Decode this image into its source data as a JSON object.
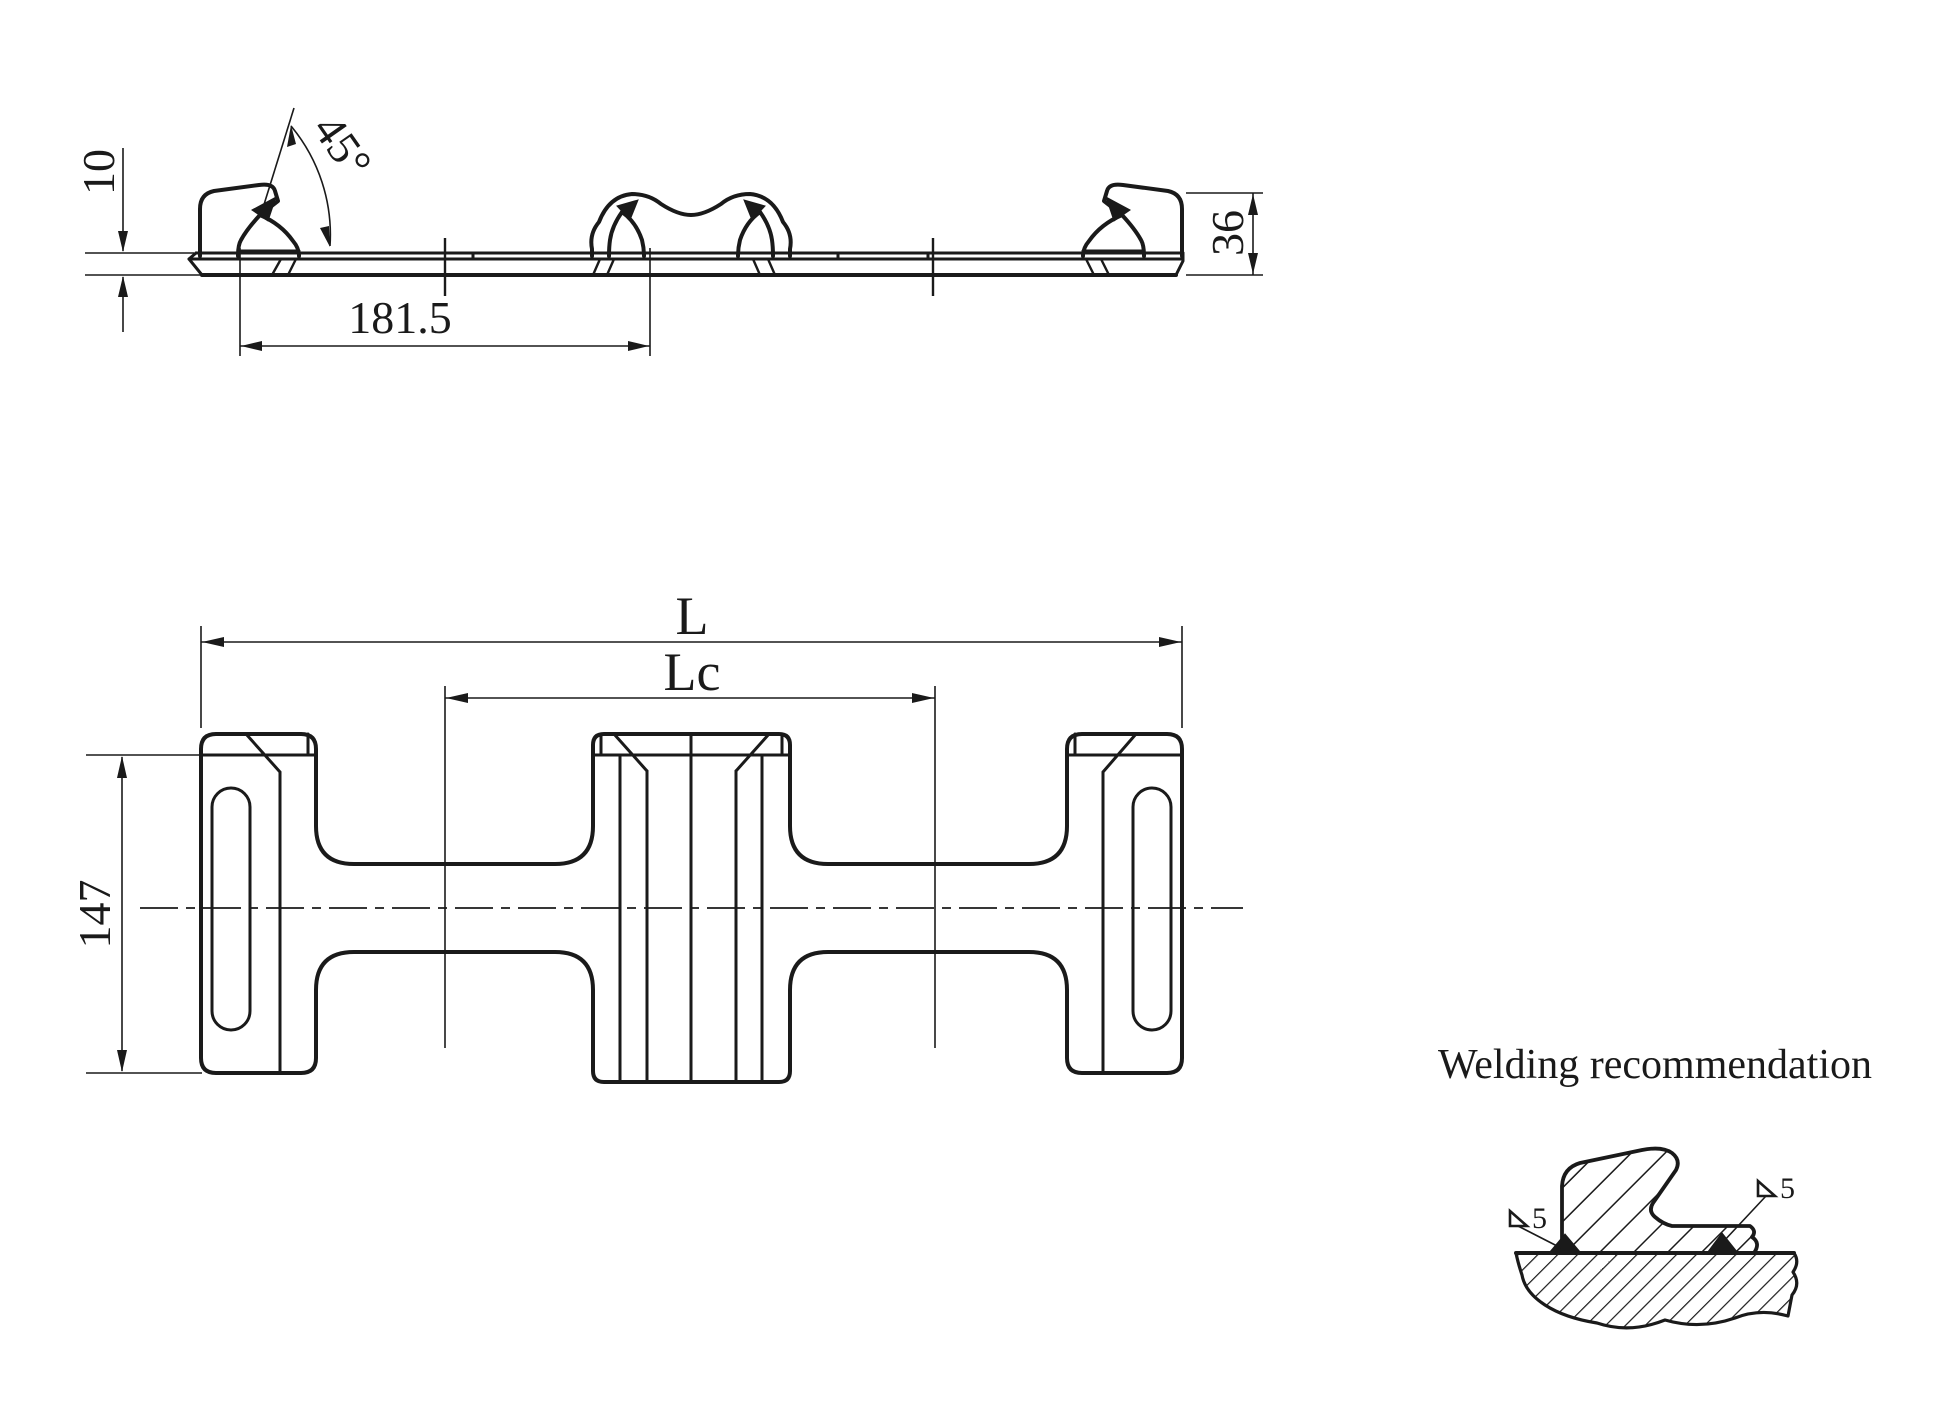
{
  "drawing": {
    "colors": {
      "line": "#1a1a1a",
      "background": "#ffffff"
    },
    "side_view": {
      "dims": {
        "thickness": "10",
        "angle": "45°",
        "pitch": "181.5",
        "height": "36"
      }
    },
    "plan_view": {
      "dims": {
        "length": "L",
        "center_distance": "Lc",
        "width": "147"
      }
    },
    "weld_detail": {
      "title": "Welding recommendation",
      "weld_size_left": "5",
      "weld_size_right": "5"
    }
  }
}
